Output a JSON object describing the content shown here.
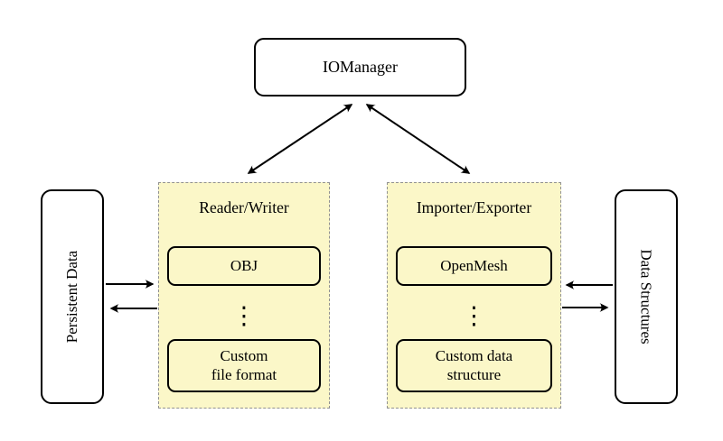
{
  "colors": {
    "background": "#ffffff",
    "container_fill": "#fbf7c8",
    "container_border": "#919191",
    "node_fill": "#ffffff",
    "node_border": "#000000",
    "arrow": "#000000",
    "text": "#000000"
  },
  "nodes": {
    "iomanager": {
      "label": "IOManager"
    },
    "persistent_data": {
      "label": "Persistent Data"
    },
    "data_structures": {
      "label": "Data Structures"
    },
    "reader_writer": {
      "title": "Reader/Writer",
      "top_item": "OBJ",
      "ellipsis": "⋮",
      "bottom_item_line1": "Custom",
      "bottom_item_line2": "file format"
    },
    "importer_exporter": {
      "title": "Importer/Exporter",
      "top_item": "OpenMesh",
      "ellipsis": "⋮",
      "bottom_item_line1": "Custom data",
      "bottom_item_line2": "structure"
    }
  }
}
